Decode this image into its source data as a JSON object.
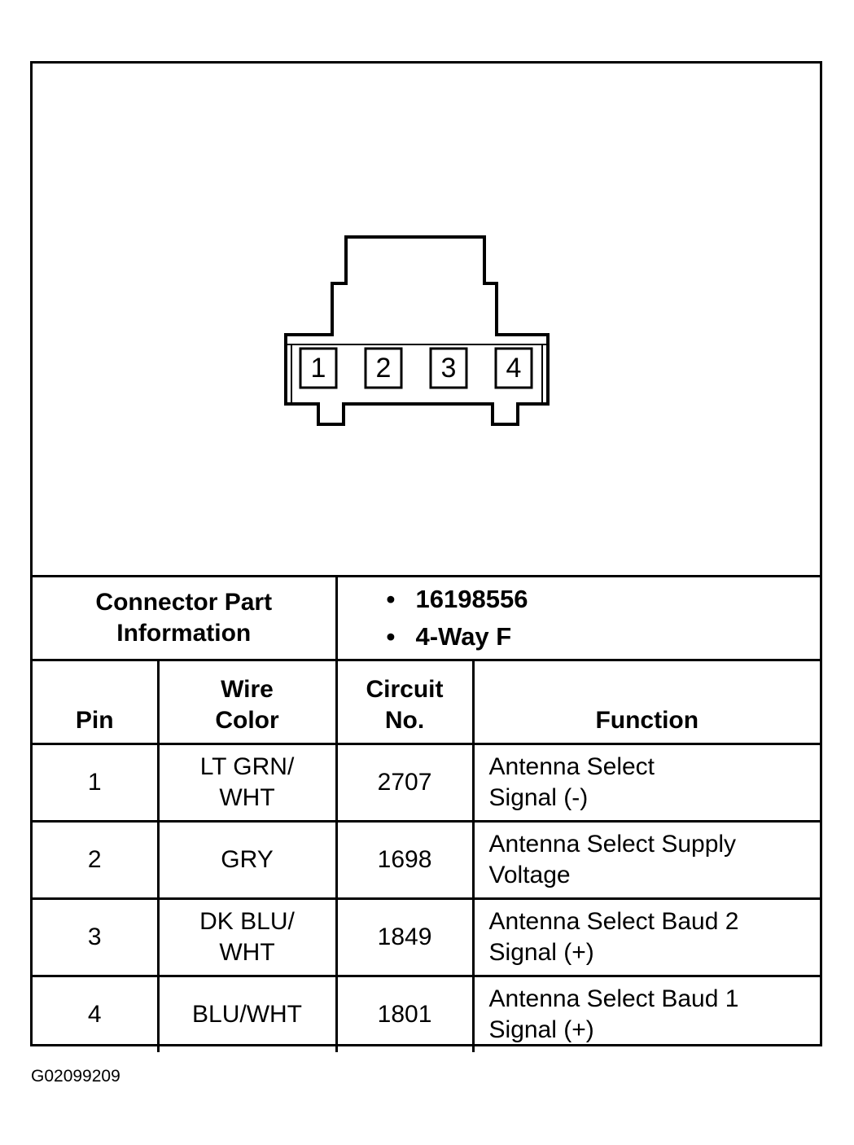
{
  "connector": {
    "pins": [
      "1",
      "2",
      "3",
      "4"
    ]
  },
  "part_info": {
    "label_line1": "Connector Part",
    "label_line2": "Information",
    "items": [
      "16198556",
      "4-Way F"
    ]
  },
  "table": {
    "headers": {
      "pin": "Pin",
      "wire_color_line1": "Wire",
      "wire_color_line2": "Color",
      "circuit_line1": "Circuit",
      "circuit_line2": "No.",
      "function": "Function"
    },
    "rows": [
      {
        "pin": "1",
        "wire_line1": "LT GRN/",
        "wire_line2": "WHT",
        "circuit": "2707",
        "func_line1": "Antenna Select",
        "func_line2": "Signal (-)"
      },
      {
        "pin": "2",
        "wire_line1": "GRY",
        "wire_line2": "",
        "circuit": "1698",
        "func_line1": "Antenna Select Supply",
        "func_line2": "Voltage"
      },
      {
        "pin": "3",
        "wire_line1": "DK BLU/",
        "wire_line2": "WHT",
        "circuit": "1849",
        "func_line1": "Antenna Select Baud 2",
        "func_line2": "Signal (+)"
      },
      {
        "pin": "4",
        "wire_line1": "BLU/WHT",
        "wire_line2": "",
        "circuit": "1801",
        "func_line1": "Antenna Select Baud 1",
        "func_line2": "Signal (+)"
      }
    ]
  },
  "figure_code": "G02099209"
}
